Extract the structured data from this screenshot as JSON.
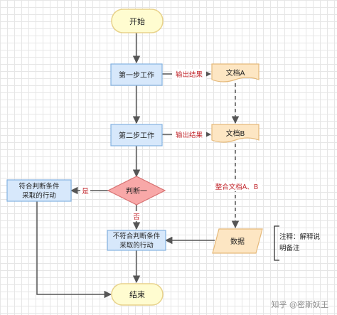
{
  "nodes": {
    "start": "开始",
    "step1": "第一步工作",
    "step2": "第二步工作",
    "doc_a": "文档A",
    "doc_b": "文档B",
    "decision": "判断一",
    "yes_action_line1": "符合判断条件",
    "yes_action_line2": "采取的行动",
    "no_action_line1": "不符合判断条件",
    "no_action_line2": "采取的行动",
    "data": "数据",
    "end": "结束"
  },
  "edges": {
    "output1": "输出结果",
    "output2": "输出结果",
    "merge": "整合文档A、B",
    "yes": "是",
    "no": "否"
  },
  "annotation": {
    "line1": "注释：解释说",
    "line2": "明备注"
  },
  "watermark": "知乎 @密斯妖王",
  "colors": {
    "terminal_fill": "#fffcd0",
    "terminal_stroke": "#e8d28a",
    "process_fill": "#d7e8fb",
    "process_stroke": "#84b2e1",
    "doc_fill": "#fde6c3",
    "doc_stroke": "#e5b97a",
    "decision_fill": "#f8a8a8",
    "decision_stroke": "#d77272",
    "edge_label": "#c1272d",
    "arrow": "#555555"
  }
}
